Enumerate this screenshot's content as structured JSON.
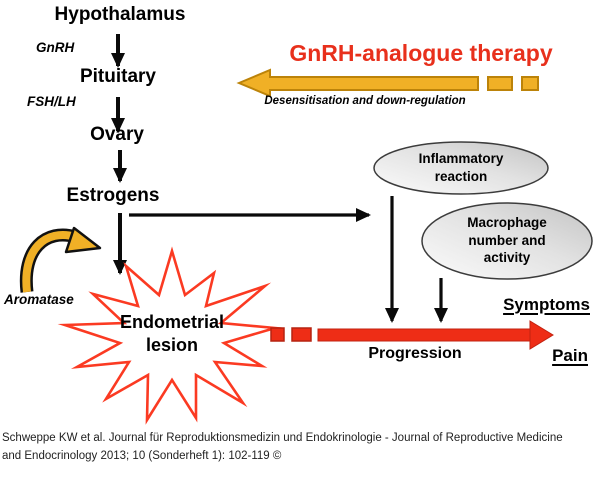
{
  "hpo_axis": {
    "hypothalamus": "Hypothalamus",
    "gnrh_label": "GnRH",
    "pituitary": "Pituitary",
    "fsh_lh_label": "FSH/LH",
    "ovary": "Ovary",
    "estrogens": "Estrogens",
    "aromatase_label": "Aromatase"
  },
  "therapy": {
    "title": "GnRH-analogue therapy",
    "subtitle": "Desensitisation and down-regulation",
    "title_color": "#e8301c",
    "arrow_fill": "#f0b026",
    "arrow_border": "#bc8309"
  },
  "ellipses": [
    {
      "name": "inflammatory-reaction",
      "lines": [
        "Inflammatory",
        "reaction"
      ]
    },
    {
      "name": "macrophage-activity",
      "lines": [
        "Macrophage",
        "number and",
        "activity"
      ]
    }
  ],
  "lesion": {
    "lines": [
      "Endometrial",
      "lesion"
    ],
    "outline_color": "#fb3a22"
  },
  "progression": {
    "label": "Progression",
    "arrow_fill": "#ee2d16"
  },
  "outcomes": {
    "symptoms": "Symptoms",
    "pain": "Pain"
  },
  "citation": {
    "lines": [
      "Schweppe KW et al. Journal für Reproduktionsmedizin und Endokrinologie - Journal of Reproductive Medicine",
      "and Endocrinology 2013; 10 (Sonderheft 1): 102-119 ©"
    ]
  }
}
